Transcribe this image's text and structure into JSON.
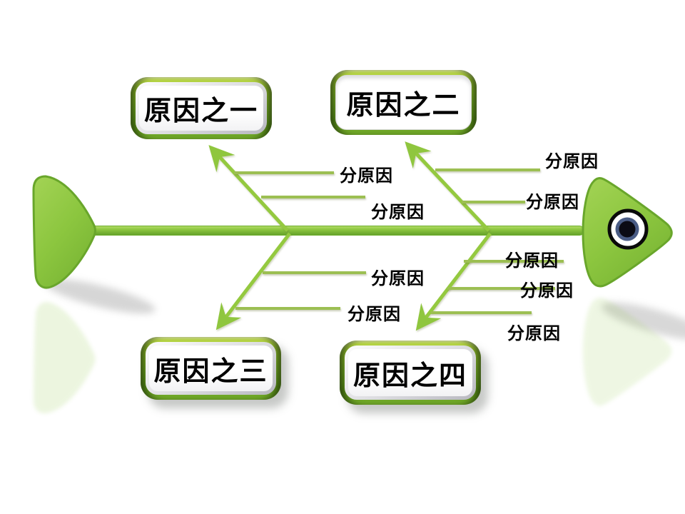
{
  "fishbone": {
    "type": "cause-and-effect (Ishikawa) diagram",
    "background": "#ffffff",
    "branches": [
      {
        "cause": "原因之一",
        "position": "top-left",
        "box_style": "silver-inner",
        "sub_causes": [
          "分原因",
          "分原因"
        ]
      },
      {
        "cause": "原因之二",
        "position": "top-right",
        "box_style": "white-inner",
        "sub_causes": [
          "分原因",
          "分原因"
        ]
      },
      {
        "cause": "原因之三",
        "position": "bottom-left",
        "box_style": "silver-inner",
        "sub_causes": [
          "分原因",
          "分原因"
        ]
      },
      {
        "cause": "原因之四",
        "position": "bottom-right",
        "box_style": "silver-inner",
        "sub_causes": [
          "分原因",
          "分原因",
          "分原因"
        ]
      }
    ],
    "colors": {
      "green_primary": "#8CC63F",
      "green_branch": "#94C93F",
      "green_subline": "#9CBF52",
      "green_dark_edge": "#69A62B",
      "box_green_top": "#CBE350",
      "box_green_bottom": "#659F1E",
      "silver_bevel": "#B7B7BF",
      "eye_white": "#FFFFFF",
      "eye_ring_black": "#0A0A0A",
      "eye_iris_navy": "#4A5C85",
      "text": "#000000"
    }
  }
}
